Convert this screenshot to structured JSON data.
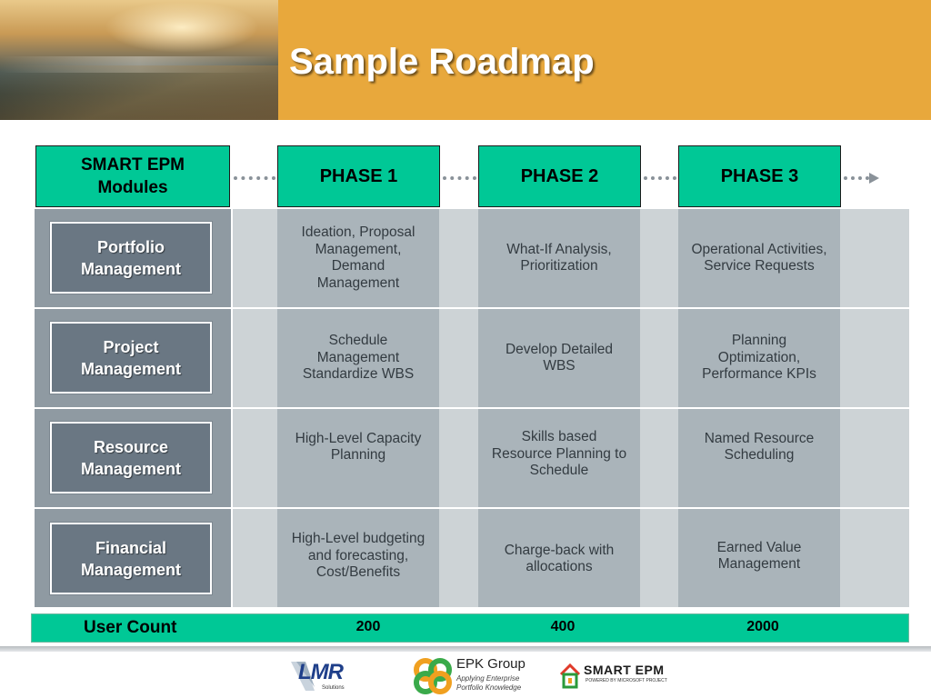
{
  "title": "Sample Roadmap",
  "modules_header": [
    "SMART EPM",
    "Modules"
  ],
  "phases": [
    "PHASE 1",
    "PHASE 2",
    "PHASE 3"
  ],
  "modules": [
    {
      "label": [
        "Portfolio",
        "Management"
      ],
      "cells": [
        [
          "Ideation, Proposal",
          "Management,",
          "Demand",
          "Management"
        ],
        [
          "What-If Analysis,",
          "Prioritization"
        ],
        [
          "Operational Activities,",
          "Service Requests"
        ]
      ]
    },
    {
      "label": [
        "Project",
        "Management"
      ],
      "cells": [
        [
          "Schedule",
          "Management",
          "Standardize WBS"
        ],
        [
          "Develop Detailed",
          "WBS"
        ],
        [
          "Planning",
          "Optimization,",
          "Performance KPIs"
        ]
      ]
    },
    {
      "label": [
        "Resource",
        "Management"
      ],
      "cells": [
        [
          "High-Level Capacity",
          "Planning"
        ],
        [
          "Skills based",
          "Resource Planning to",
          "Schedule"
        ],
        [
          "Named Resource",
          "Scheduling"
        ]
      ]
    },
    {
      "label": [
        "Financial",
        "Management"
      ],
      "cells": [
        [
          "High-Level budgeting",
          "and forecasting,",
          "Cost/Benefits"
        ],
        [
          "Charge-back with",
          "allocations"
        ],
        [
          "Earned Value",
          "Management"
        ]
      ]
    }
  ],
  "user_count": {
    "label": "User Count",
    "values": [
      "200",
      "400",
      "2000"
    ]
  },
  "logos": {
    "lmr": {
      "name": "LMR",
      "sub": "Solutions"
    },
    "epk": {
      "name": "EPK Group",
      "tagline": [
        "Applying Enterprise",
        "Portfolio Knowledge"
      ]
    },
    "smart": {
      "name": "SMART EPM",
      "tagline": "POWERED BY MICROSOFT PROJECT"
    }
  },
  "colors": {
    "accent": "#00c896",
    "header_band": "#e8a83c",
    "module_box": "#6a7783"
  }
}
